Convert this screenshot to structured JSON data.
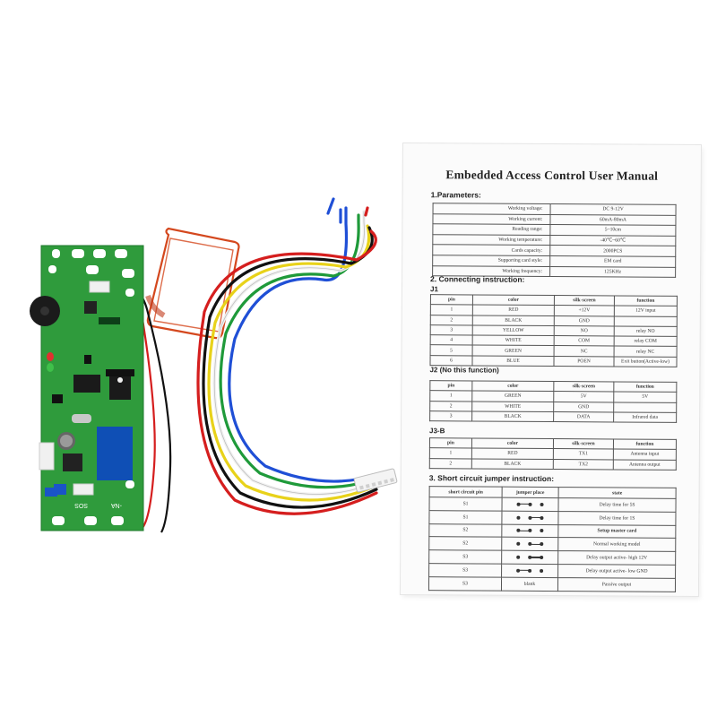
{
  "manual": {
    "title": "Embedded Access Control User Manual",
    "parameters_heading": "1.Parameters:",
    "parameters": [
      {
        "label": "Working voltage:",
        "value": "DC 9-12V"
      },
      {
        "label": "Working current:",
        "value": "60mA-80mA"
      },
      {
        "label": "Reading range:",
        "value": "5~10cm"
      },
      {
        "label": "Working temperature:",
        "value": "-40℃~60℃"
      },
      {
        "label": "Cards capacity:",
        "value": "2000PCS"
      },
      {
        "label": "Supporting card style:",
        "value": "EM card"
      },
      {
        "label": "Working frequency:",
        "value": "125KHz"
      }
    ],
    "connecting_heading": "2. Connecting instruction:",
    "table_headers": {
      "pin": "pin",
      "color": "color",
      "silk": "silk-screen",
      "function": "function"
    },
    "j1_label": "J1",
    "j1_rows": [
      [
        "1",
        "RED",
        "+12V",
        "12V input"
      ],
      [
        "2",
        "BLACK",
        "GND",
        ""
      ],
      [
        "3",
        "YELLOW",
        "NO",
        "relay NO"
      ],
      [
        "4",
        "WHITE",
        "COM",
        "relay COM"
      ],
      [
        "5",
        "GREEN",
        "NC",
        "relay NC"
      ],
      [
        "6",
        "BLUE",
        "POEN",
        "Exit button(Active-low)"
      ]
    ],
    "j2_label": "J2 (No this function)",
    "j2_rows": [
      [
        "1",
        "GREEN",
        "5V",
        "5V"
      ],
      [
        "2",
        "WHITE",
        "GND",
        ""
      ],
      [
        "3",
        "BLACK",
        "DATA",
        "Infrared data"
      ]
    ],
    "j3_label": "J3-B",
    "j3_rows": [
      [
        "1",
        "RED",
        "TX1",
        "Antenna input"
      ],
      [
        "2",
        "BLACK",
        "TX2",
        "Antenna output"
      ]
    ],
    "jumper_heading": "3. Short circuit jumper instruction:",
    "jumper_headers": {
      "pin": "short circuit pin",
      "place": "jumper place",
      "state": "state"
    },
    "jumper_rows": [
      {
        "pin": "S1",
        "jumper": "left",
        "state": "Delay time for 5S"
      },
      {
        "pin": "S1",
        "jumper": "right",
        "state": "Delay time for 1S"
      },
      {
        "pin": "S2",
        "jumper": "left",
        "state": "Setup master card"
      },
      {
        "pin": "S2",
        "jumper": "right",
        "state": "Normal working model"
      },
      {
        "pin": "S3",
        "jumper": "right",
        "state": "Delay output active- high 12V"
      },
      {
        "pin": "S3",
        "jumper": "left",
        "state": "Delay output active- low GND"
      },
      {
        "pin": "S3",
        "jumper": "blank",
        "jumper_text": "blank",
        "state": "Passive output"
      }
    ]
  },
  "board": {
    "silkscreen_left": "SOS",
    "silkscreen_right": "-NA"
  },
  "wire_colors": [
    "#1f4fd6",
    "#1f9a3a",
    "#f2f2f2",
    "#e8d21a",
    "#111111",
    "#d51e1e"
  ],
  "coil_color": "#d4481e",
  "pcb_color": "#2f9b3c"
}
